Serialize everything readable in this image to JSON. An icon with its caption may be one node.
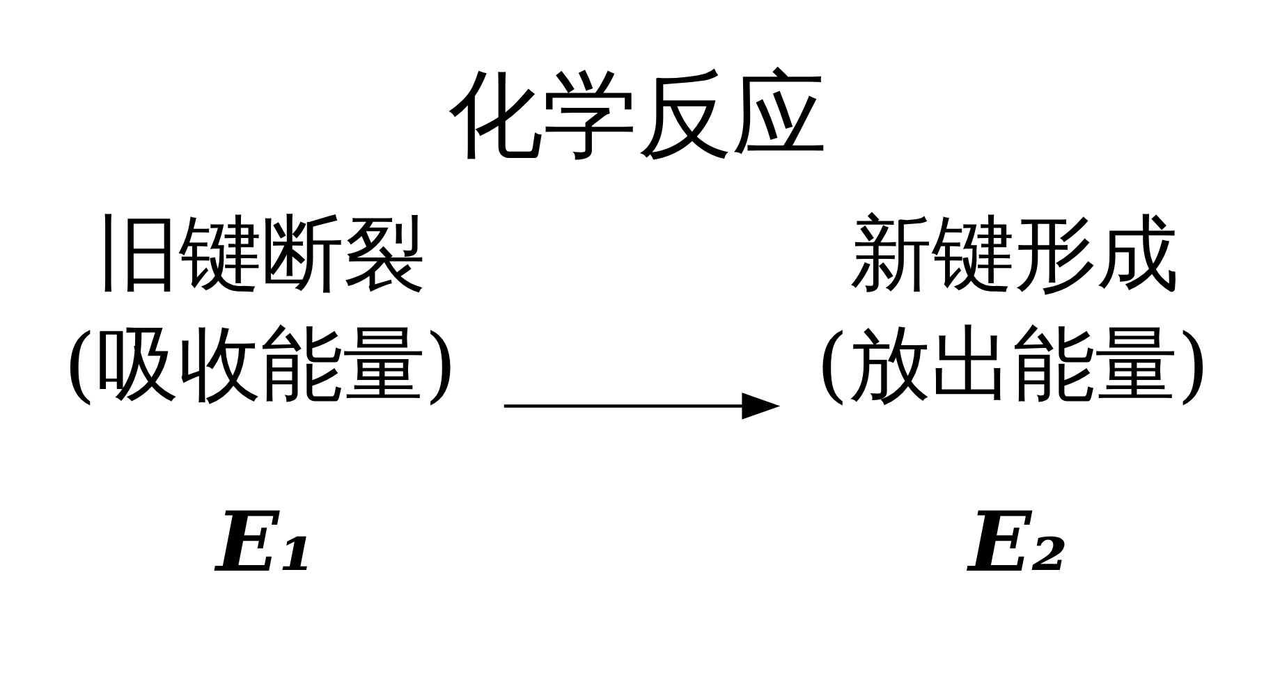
{
  "diagram": {
    "title": "化学反应",
    "nodes": [
      {
        "text": [
          "旧键断裂",
          "(吸收能量)"
        ],
        "beside": [
          "E₁"
        ]
      },
      {
        "text": [
          "新键形成",
          "(放出能量)"
        ],
        "beside": [
          "E₂"
        ]
      }
    ],
    "edges": [
      {
        "from": 0,
        "to": 1,
        "arrow": "to"
      }
    ]
  }
}
